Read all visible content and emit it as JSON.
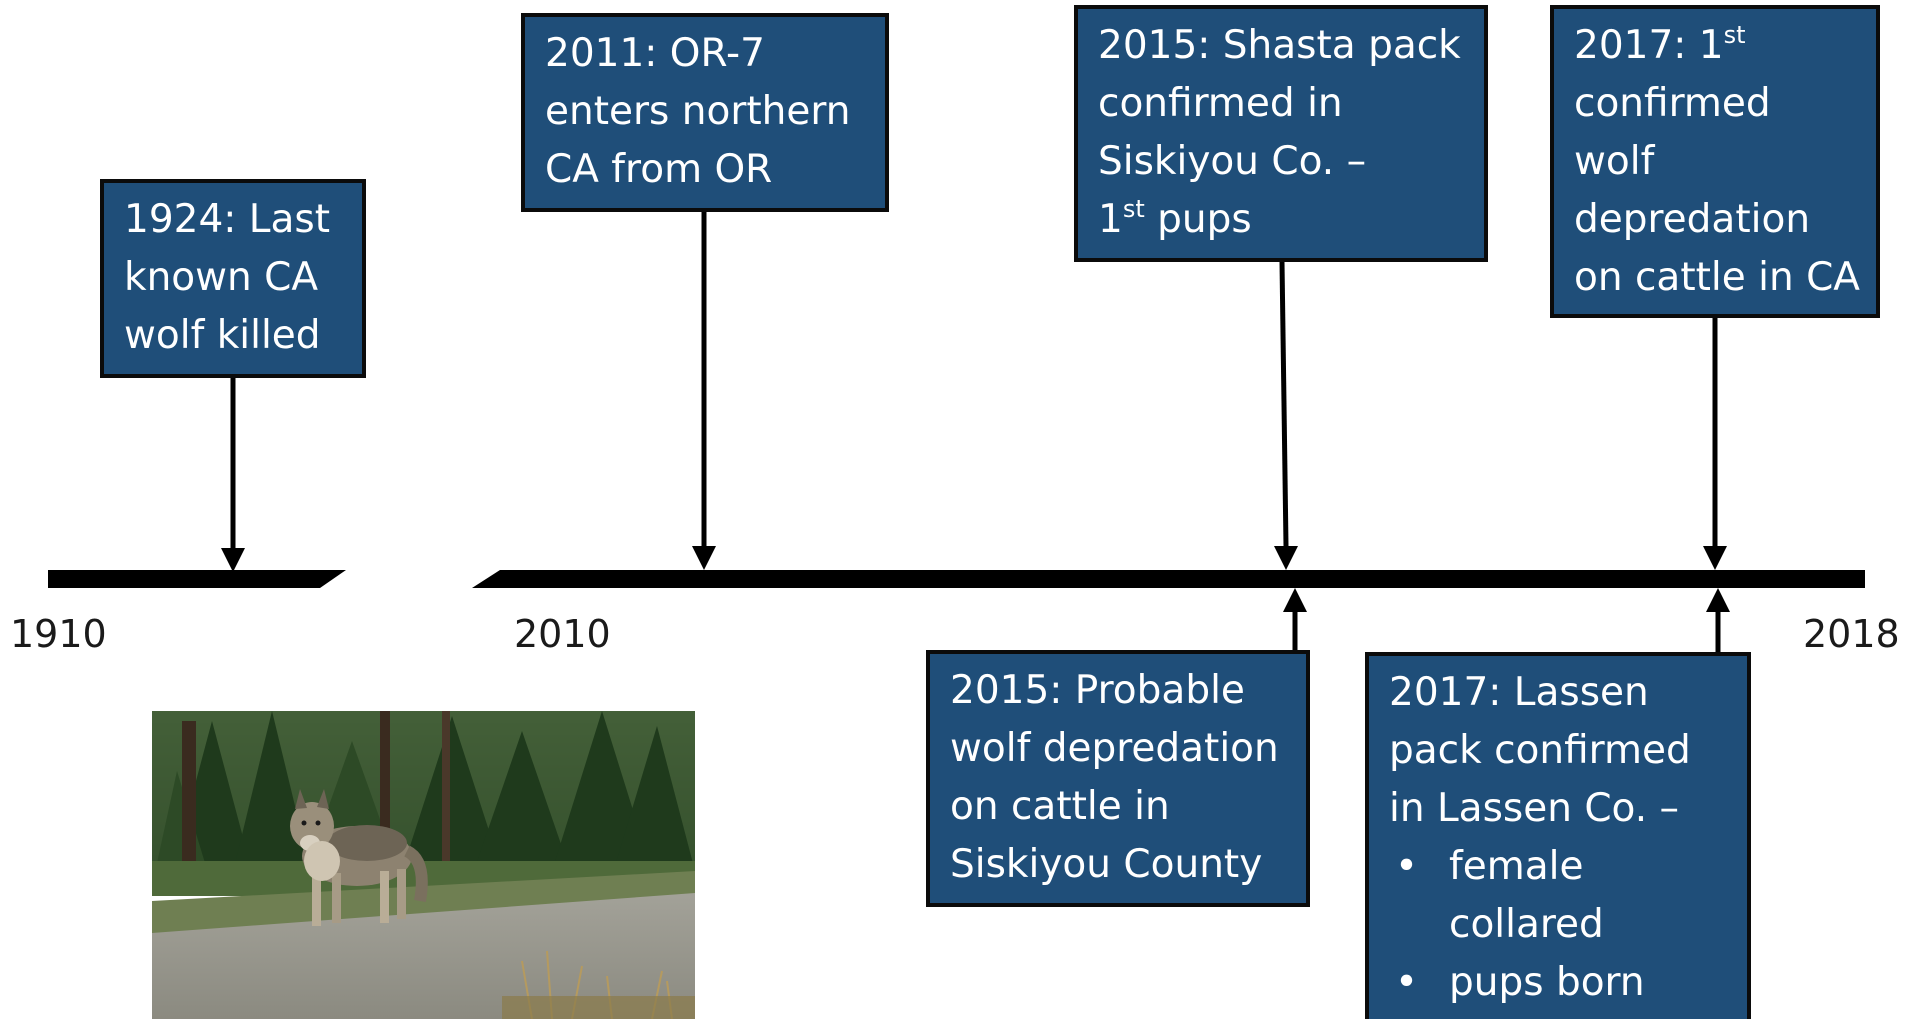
{
  "timeline": {
    "axis_labels": {
      "start": "1910",
      "middle": "2010",
      "end": "2018"
    },
    "events_above": [
      {
        "id": "e1924",
        "lines": [
          "1924: Last",
          "known CA",
          "wolf killed"
        ]
      },
      {
        "id": "e2011",
        "lines": [
          "2011: OR-7",
          "enters northern",
          "CA from OR"
        ]
      },
      {
        "id": "e2015a",
        "lines": [
          "2015: Shasta pack",
          "confirmed in",
          "Siskiyou Co. –"
        ],
        "last_prefix": "1",
        "last_sup": "st",
        "last_suffix": " pups"
      },
      {
        "id": "e2017a",
        "first_prefix": "2017: 1",
        "first_sup": "st",
        "lines": [
          "confirmed",
          "wolf",
          "depredation",
          "on cattle in CA"
        ]
      }
    ],
    "events_below": [
      {
        "id": "e2015b",
        "lines": [
          "2015: Probable",
          "wolf depredation",
          "on cattle in",
          "Siskiyou County"
        ]
      },
      {
        "id": "e2017b",
        "lines": [
          "2017: Lassen",
          "pack confirmed",
          "in Lassen Co. –"
        ],
        "bullets": [
          "female",
          "collared",
          "pups born"
        ],
        "bullet_glyph": "•"
      }
    ]
  },
  "colors": {
    "box_fill": "#1f4e79",
    "box_border": "#0b0b0b",
    "line": "#000000",
    "text_on_box": "#ffffff"
  },
  "photo": {
    "subject": "gray wolf standing on gravel road in front of conifer forest"
  }
}
